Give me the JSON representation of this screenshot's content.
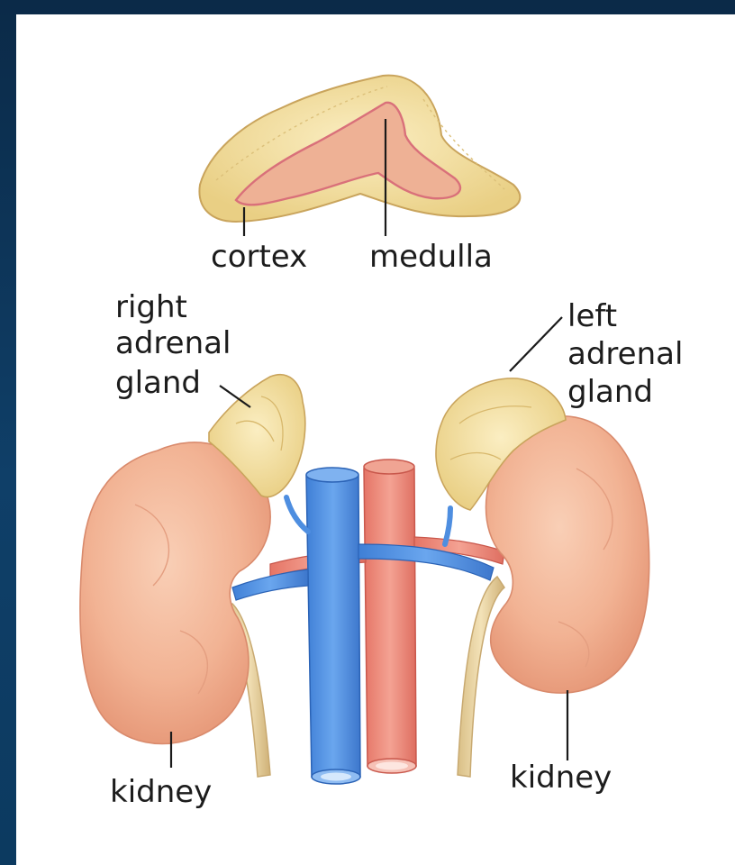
{
  "labels": {
    "cortex": "cortex",
    "medulla": "medulla",
    "right_adrenal_line1": "right",
    "right_adrenal_line2": "adrenal",
    "right_adrenal_line3": "gland",
    "left_adrenal_line1": "left",
    "left_adrenal_line2": "adrenal",
    "left_adrenal_line3": "gland",
    "kidney_right": "kidney",
    "kidney_left": "kidney"
  },
  "colors": {
    "background": "#0f3f68",
    "panel": "#ffffff",
    "adrenal_cortex": "#f2dfa0",
    "adrenal_medulla": "#e9a98c",
    "kidney": "#f2b79a",
    "vein": "#4e8ee0",
    "artery": "#ee8a7c",
    "ureter": "#e8d4a6"
  }
}
